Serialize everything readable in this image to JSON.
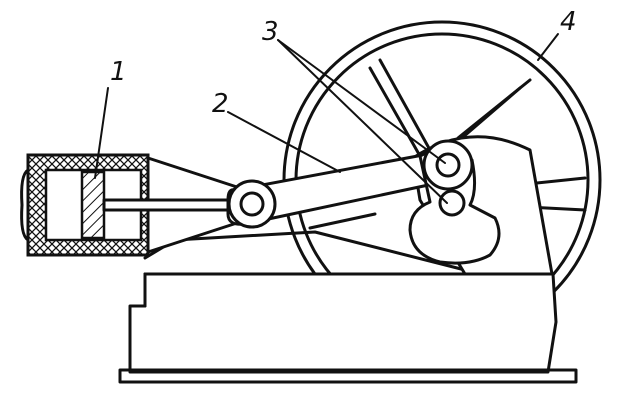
{
  "callouts": {
    "piston": "1",
    "connecting_rod": "2",
    "crank_and_pins": "3",
    "flywheel": "4"
  },
  "colors": {
    "ink": "#111111",
    "paper": "#ffffff"
  }
}
